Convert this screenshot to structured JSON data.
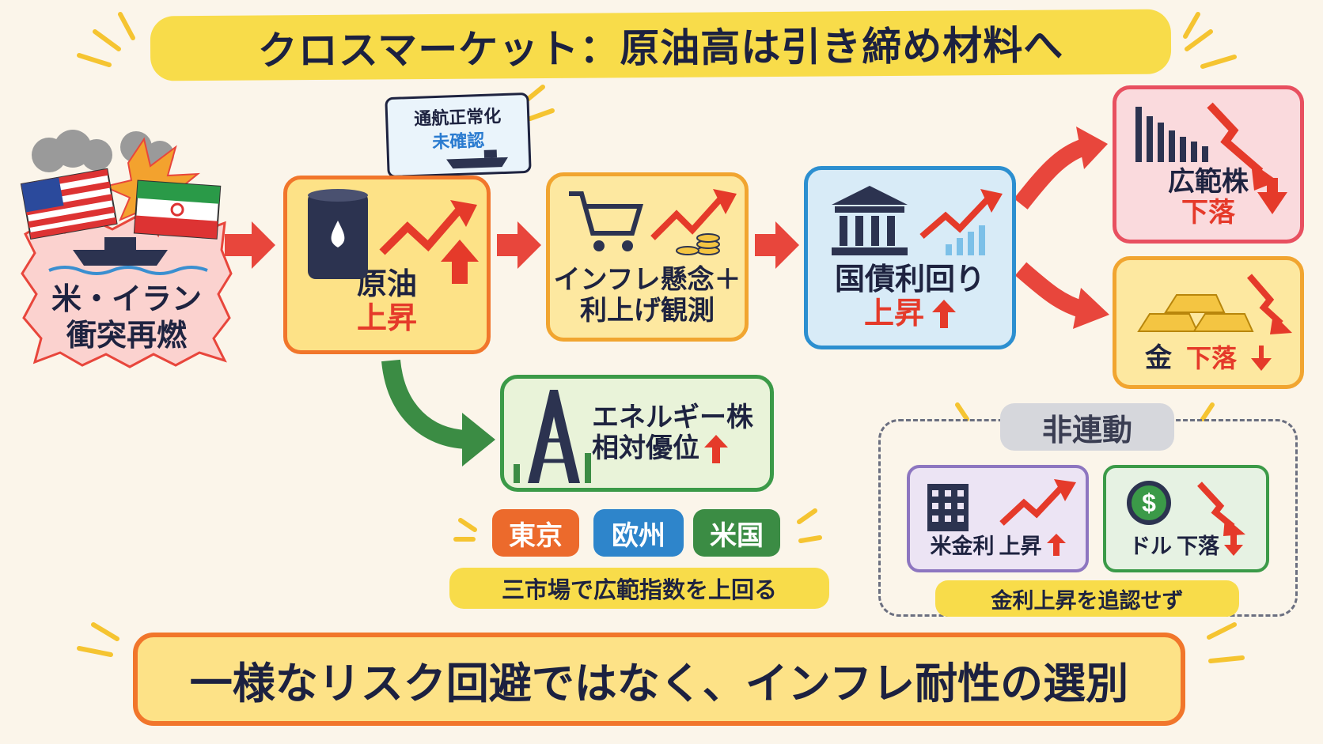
{
  "title": "クロスマーケット：原油高は引き締め材料へ",
  "conflict": {
    "line1": "米・イラン",
    "line2": "衝突再燃"
  },
  "callout": {
    "line1": "通航正常化",
    "line2": "未確認"
  },
  "oil": {
    "label": "原油",
    "status": "上昇"
  },
  "inflation": {
    "line1": "インフレ懸念＋",
    "line2": "利上げ観測"
  },
  "bond": {
    "label": "国債利回り",
    "status": "上昇"
  },
  "stocks": {
    "label": "広範株",
    "status": "下落"
  },
  "gold": {
    "label": "金",
    "status": "下落"
  },
  "energy": {
    "line1": "エネルギー株",
    "line2": "相対優位"
  },
  "regions": {
    "tokyo": "東京",
    "europe": "欧州",
    "us": "米国"
  },
  "three_markets": "三市場で広範指数を上回る",
  "decouple": {
    "title": "非連動",
    "us_rate": {
      "label": "米金利",
      "status": "上昇"
    },
    "dollar": {
      "label": "ドル",
      "status": "下落"
    },
    "note": "金利上昇を追認せず"
  },
  "conclusion": "一様なリスク回避ではなく、インフレ耐性の選別",
  "colors": {
    "up": "#e53a2a",
    "down": "#e53a2a",
    "orange": "#f1762b",
    "yellow": "#f8dc4a",
    "green": "#3b9a48",
    "blue": "#2c8fd0"
  }
}
